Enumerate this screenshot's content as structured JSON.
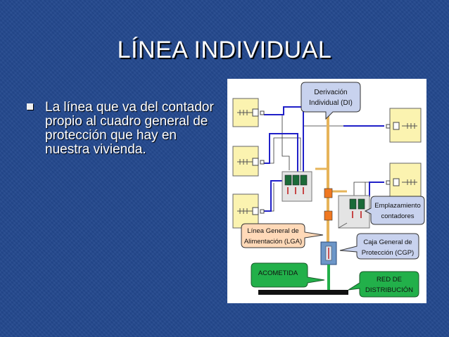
{
  "title": "LÍNEA INDIVIDUAL",
  "bullets": [
    "La línea que va del contador propio al cuadro general de protección que hay en nuestra vivienda."
  ],
  "diagram": {
    "labels": {
      "di": [
        "Derivación",
        "Individual (DI)"
      ],
      "emplazamiento": [
        "Emplazamiento",
        "contadores"
      ],
      "lga": [
        "Línea General de",
        "Alimentación (LGA)"
      ],
      "cgp": [
        "Caja General de",
        "Protección (CGP)"
      ],
      "acometida": "ACOMETIDA",
      "red": [
        "RED DE",
        "DISTRIBUCIÓN"
      ]
    },
    "colors": {
      "panel": "#fbf3b0",
      "panel_stroke": "#666666",
      "di_line": "#2020c8",
      "lga_line": "#e6b45a",
      "cgp_line": "#6c96c8",
      "callout_blue": "#c8d2ee",
      "callout_orange": "#ffd9b8",
      "callout_green": "#22b04a",
      "meter_green": "#1a6a38",
      "fuse_orange": "#f07820",
      "ground": "#111111"
    }
  }
}
